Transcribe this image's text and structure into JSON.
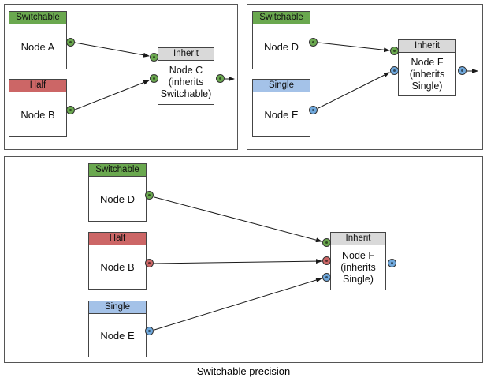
{
  "caption": "Switchable precision",
  "colors": {
    "switchable": "#6aa84f",
    "half": "#cc6666",
    "single": "#a4c2e8",
    "inherit": "#d9d9d9",
    "port_green": "#6aa84f",
    "port_red": "#cc6666",
    "port_blue": "#6fa8dc",
    "node_border": "#444444",
    "panel_border": "#555555",
    "edge": "#1a1a1a"
  },
  "panels": [
    {
      "name": "top-left",
      "nodes": [
        {
          "header": "Switchable",
          "title": "Node A"
        },
        {
          "header": "Half",
          "title": "Node B"
        },
        {
          "header": "Inherit",
          "title": "Node C\n(inherits\nSwitchable)"
        }
      ],
      "edges": [
        {
          "from": "Node A",
          "to": "Node C"
        },
        {
          "from": "Node B",
          "to": "Node C"
        },
        {
          "from": "Node C",
          "to": "output"
        }
      ]
    },
    {
      "name": "top-right",
      "nodes": [
        {
          "header": "Switchable",
          "title": "Node D"
        },
        {
          "header": "Single",
          "title": "Node E"
        },
        {
          "header": "Inherit",
          "title": "Node F\n(inherits\nSingle)"
        }
      ],
      "edges": [
        {
          "from": "Node D",
          "to": "Node F"
        },
        {
          "from": "Node E",
          "to": "Node F"
        },
        {
          "from": "Node F",
          "to": "output"
        }
      ]
    },
    {
      "name": "bottom",
      "nodes": [
        {
          "header": "Switchable",
          "title": "Node D"
        },
        {
          "header": "Half",
          "title": "Node B"
        },
        {
          "header": "Single",
          "title": "Node E"
        },
        {
          "header": "Inherit",
          "title": "Node F\n(inherits\nSingle)"
        }
      ],
      "edges": [
        {
          "from": "Node D",
          "to": "Node F"
        },
        {
          "from": "Node B",
          "to": "Node F"
        },
        {
          "from": "Node E",
          "to": "Node F"
        }
      ]
    }
  ]
}
